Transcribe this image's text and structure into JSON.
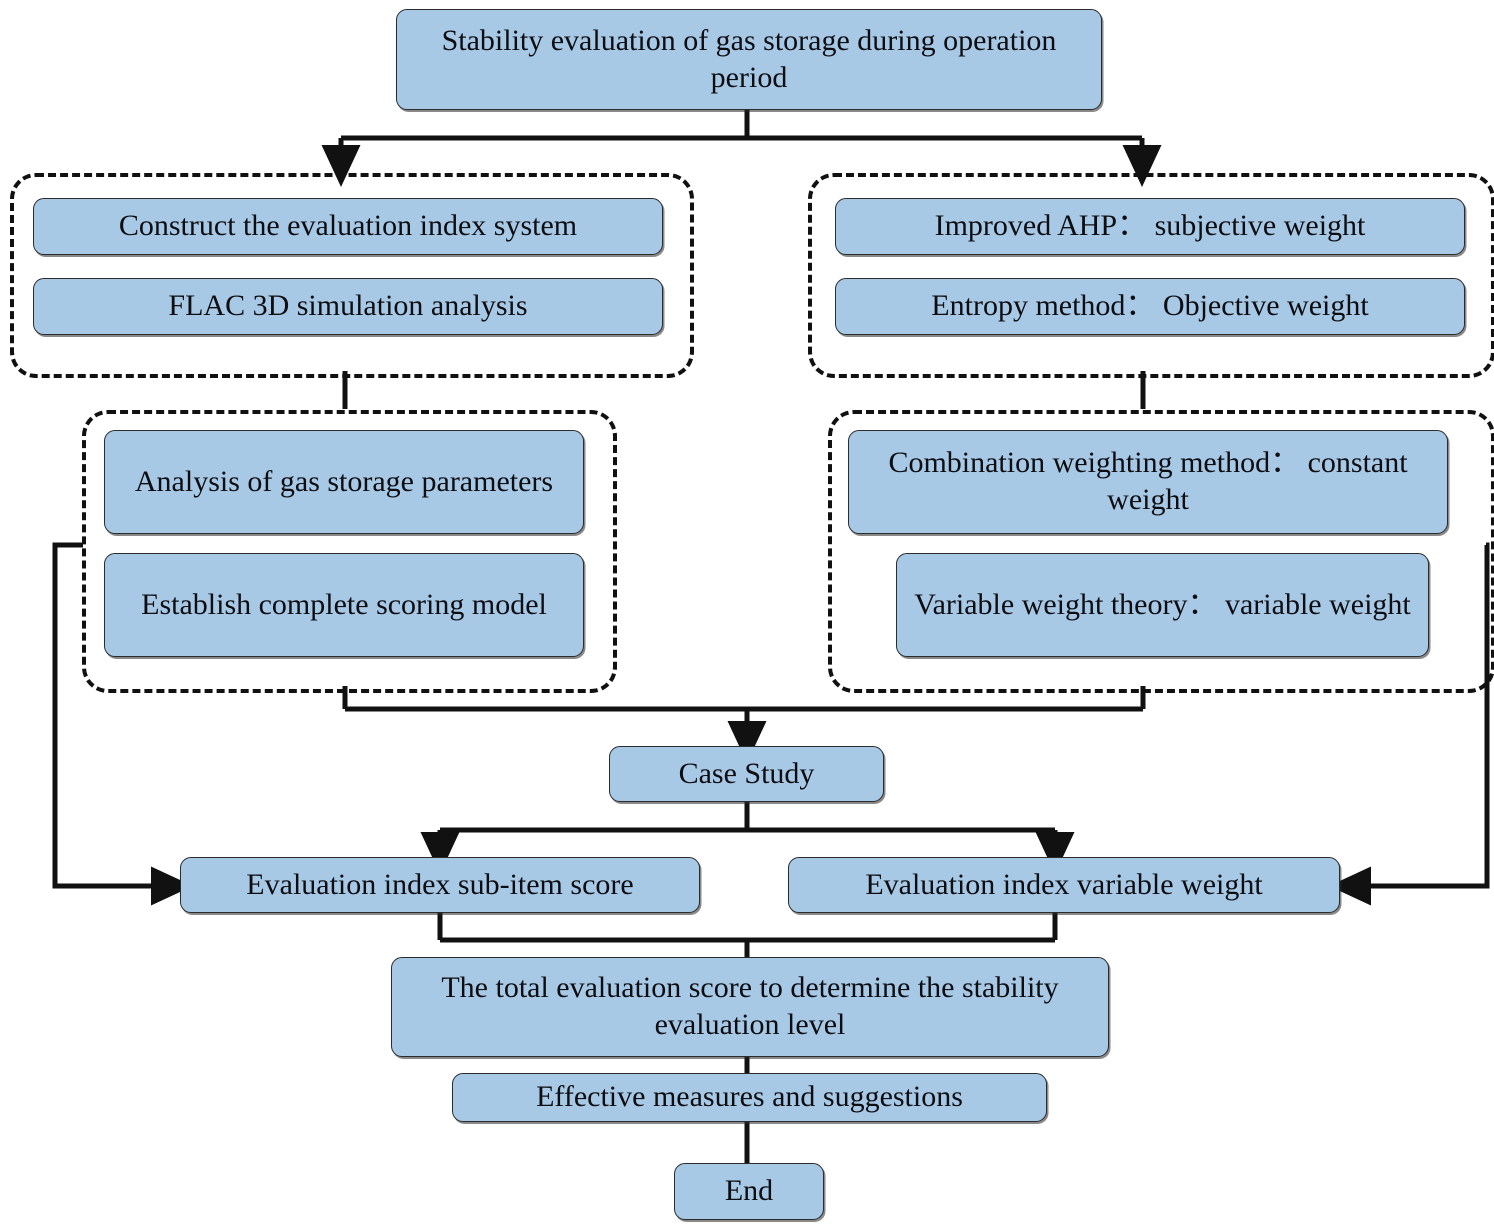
{
  "diagram": {
    "title_box": {
      "label": "Stability evaluation of gas storage during operation period"
    },
    "group_left_top": {
      "name": "index-system-group",
      "boxes": [
        {
          "label": "Construct the evaluation index system"
        },
        {
          "label": "FLAC 3D simulation analysis"
        }
      ]
    },
    "group_right_top": {
      "name": "weighting-group",
      "boxes": [
        {
          "label": "Improved AHP： subjective weight"
        },
        {
          "label": "Entropy method： Objective weight"
        }
      ]
    },
    "group_left_mid": {
      "name": "scoring-model-group",
      "boxes": [
        {
          "label": "Analysis of gas storage parameters"
        },
        {
          "label": "Establish  complete scoring model"
        }
      ]
    },
    "group_right_mid": {
      "name": "weight-theory-group",
      "boxes": [
        {
          "label": "Combination weighting method： constant weight"
        },
        {
          "label": "Variable weight theory： variable weight"
        }
      ]
    },
    "case_study_box": {
      "label": "Case Study"
    },
    "sub_item_box": {
      "label": "Evaluation index sub-item score"
    },
    "variable_weight_box": {
      "label": "Evaluation index variable weight"
    },
    "total_score_box": {
      "label": "The total evaluation score to determine the stability evaluation level"
    },
    "measures_box": {
      "label": "Effective measures and suggestions"
    },
    "end_box": {
      "label": "End"
    },
    "colors": {
      "box_fill": "#a7c9e6",
      "box_stroke": "#2b2b2b",
      "connector": "#111111",
      "text": "#0d0d12",
      "background": "#ffffff"
    }
  }
}
